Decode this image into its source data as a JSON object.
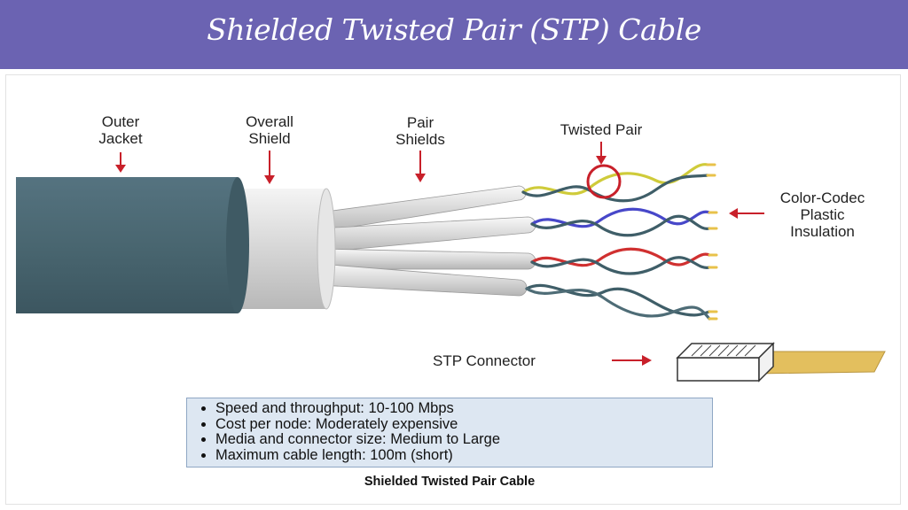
{
  "title": "Shielded Twisted Pair (STP) Cable",
  "labels": {
    "outer_jacket": "Outer\nJacket",
    "overall_shield": "Overall\nShield",
    "pair_shields": "Pair\nShields",
    "twisted_pair": "Twisted Pair",
    "color_coded": "Color-Codec\nPlastic\nInsulation",
    "stp_connector": "STP Connector"
  },
  "specs": [
    "Speed and throughput:  10-100 Mbps",
    "Cost per node: Moderately expensive",
    "Media and connector size:  Medium to Large",
    "Maximum cable length:  100m (short)"
  ],
  "caption": "Shielded Twisted Pair Cable",
  "colors": {
    "title_bar": "#6B63B2",
    "outer_jacket": "#4A6670",
    "arrow": "#C8202A",
    "info_box": "#DDE7F2",
    "connector_cable": "#E3BF5E"
  }
}
